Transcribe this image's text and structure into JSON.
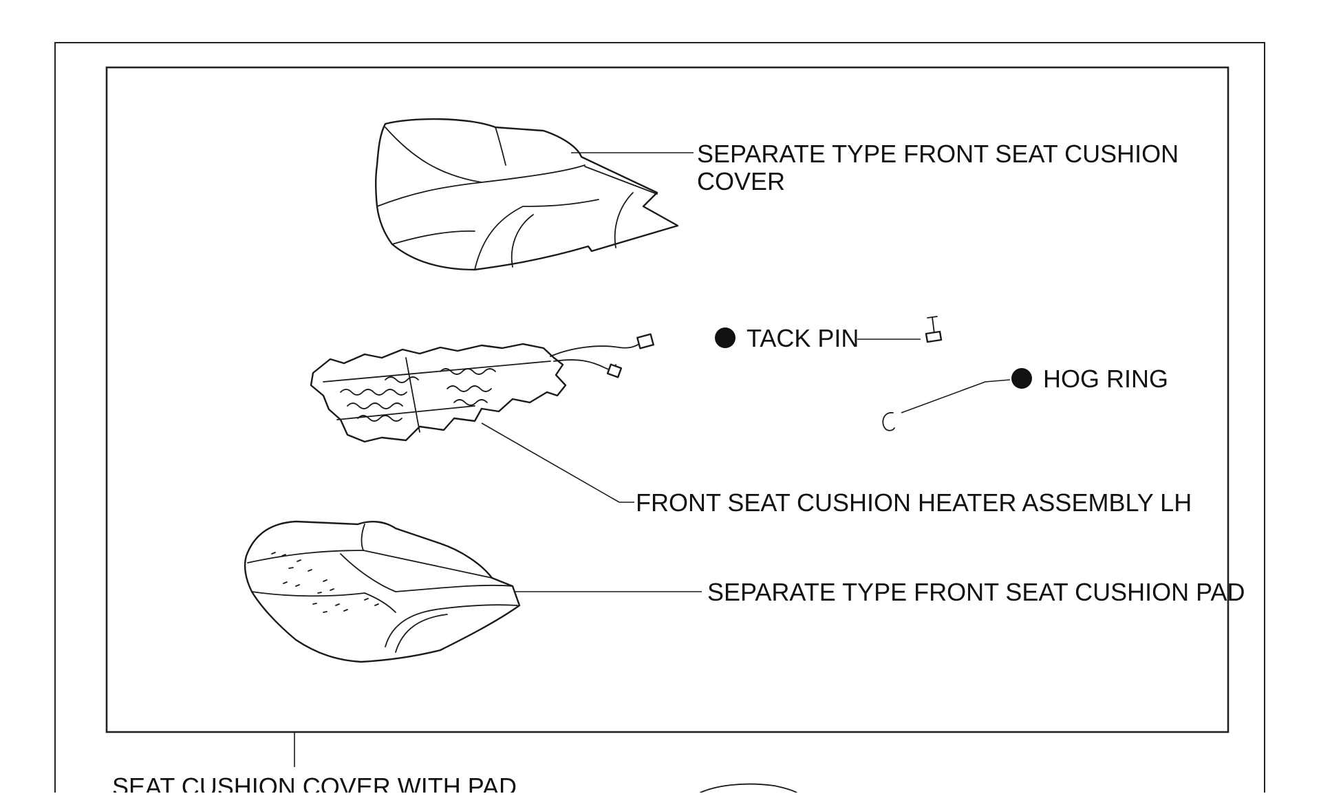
{
  "labels": {
    "cushion_cover_line1": "SEPARATE TYPE FRONT SEAT CUSHION",
    "cushion_cover_line2": "COVER",
    "tack_pin": "TACK PIN",
    "hog_ring": "HOG RING",
    "heater_assembly": "FRONT SEAT CUSHION HEATER ASSEMBLY LH",
    "cushion_pad": "SEPARATE TYPE FRONT SEAT CUSHION PAD",
    "cover_with_pad": "SEAT CUSHION COVER WITH PAD"
  },
  "symbols": {
    "bullet": "filled-circle"
  }
}
